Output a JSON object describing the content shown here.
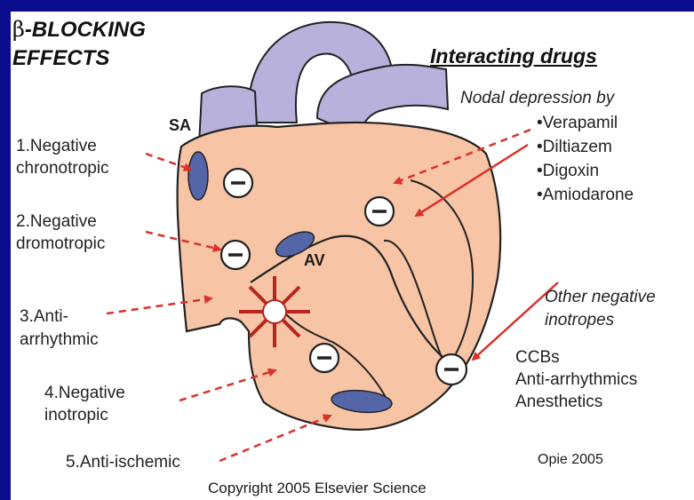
{
  "title": {
    "beta": "β",
    "line1": "-BLOCKING",
    "line2": "EFFECTS"
  },
  "interacting_heading": "Interacting drugs",
  "heart_labels": {
    "sa": "SA",
    "av": "AV"
  },
  "effects": [
    {
      "l1": "1.Negative",
      "l2": "chronotropic"
    },
    {
      "l1": "2.Negative",
      "l2": "dromotropic"
    },
    {
      "l1": "3.Anti-",
      "l2": "arrhythmic"
    },
    {
      "l1": "4.Negative",
      "l2": "inotropic"
    },
    {
      "l1": "5.Anti-ischemic"
    }
  ],
  "nodal": {
    "heading": "Nodal depression by",
    "drugs": [
      "•Verapamil",
      "•Diltiazem",
      "•Digoxin",
      "•Amiodarone"
    ]
  },
  "inotropes": {
    "heading_l1": "Other negative",
    "heading_l2": "inotropes",
    "drugs": [
      "CCBs",
      "Anti-arrhythmics",
      "Anesthetics"
    ]
  },
  "credit": "Opie 2005",
  "copyright": "Copyright 2005 Elsevier Science",
  "colors": {
    "background": "#0b0b8e",
    "heart_fill": "#f7c4a5",
    "vessel_fill": "#b7b1dc",
    "node_fill": "#5566a8",
    "arrow": "#d8322a"
  }
}
